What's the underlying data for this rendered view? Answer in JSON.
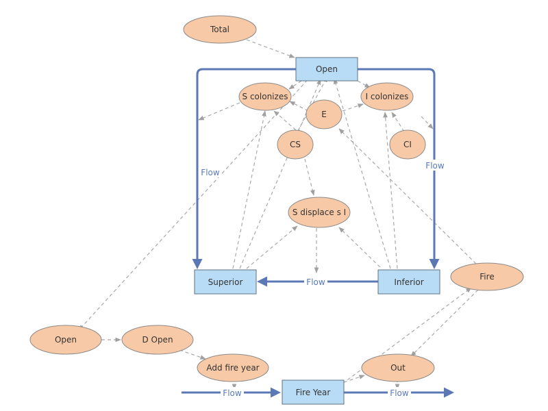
{
  "diagram": {
    "nodes": {
      "total": "Total",
      "open_stock": "Open",
      "s_colonizes": "S colonizes",
      "i_colonizes": "I colonizes",
      "e": "E",
      "cs": "CS",
      "ci": "CI",
      "s_displaces_i": "S displace s I",
      "superior": "Superior",
      "inferior": "Inferior",
      "fire": "Fire",
      "open_var": "Open",
      "d_open": "D Open",
      "add_fire_year": "Add fire year",
      "fire_year": "Fire Year",
      "out": "Out"
    },
    "flows": {
      "open_superior": "Flow",
      "open_inferior": "Flow",
      "inferior_superior": "Flow",
      "into_fire_year": "Flow",
      "out_fire_year": "Flow"
    },
    "colors": {
      "variable_fill": "#f8c9a6",
      "stock_fill": "#b8dcf5",
      "flow_line": "#5b77b6",
      "link_line": "#a8a8a8"
    }
  }
}
